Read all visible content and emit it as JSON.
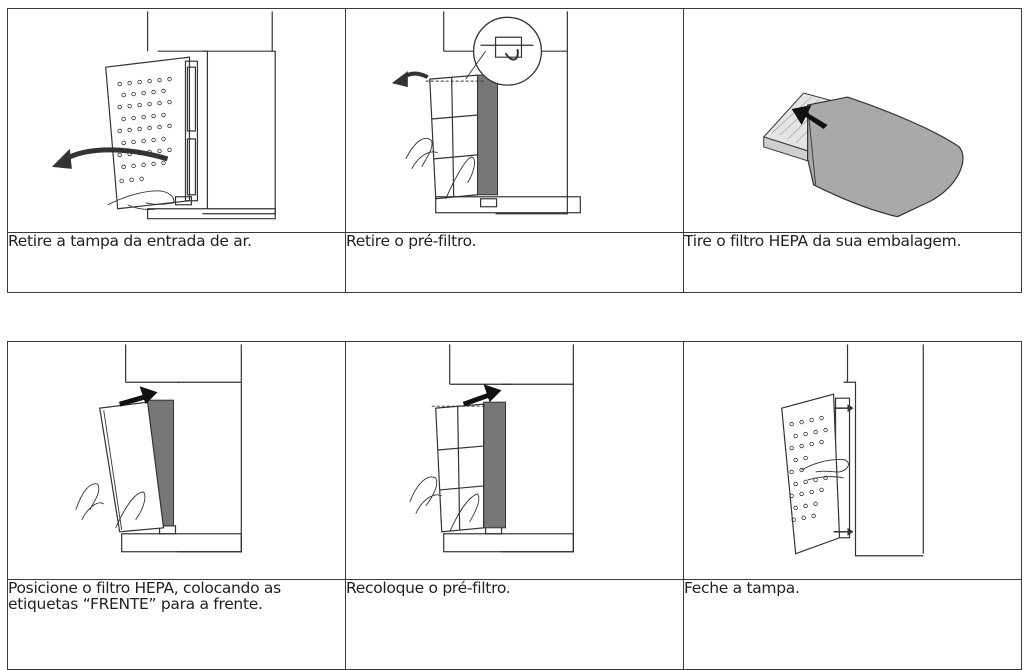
{
  "steps_top": [
    {
      "icon": "remove-cover-illustration",
      "caption": "Retire a tampa da entrada de ar."
    },
    {
      "icon": "remove-prefilter-illustration",
      "caption": "Retire o pré-filtro."
    },
    {
      "icon": "unpack-hepa-illustration",
      "caption": "Tire o filtro HEPA da sua embalagem."
    }
  ],
  "steps_bottom": [
    {
      "icon": "insert-hepa-illustration",
      "caption": "Posicione o filtro HEPA, colocando as etiquetas “FRENTE” para a frente."
    },
    {
      "icon": "reinsert-prefilter-illustration",
      "caption": "Recoloque o pré-filtro."
    },
    {
      "icon": "close-cover-illustration",
      "caption": "Feche a tampa."
    }
  ]
}
